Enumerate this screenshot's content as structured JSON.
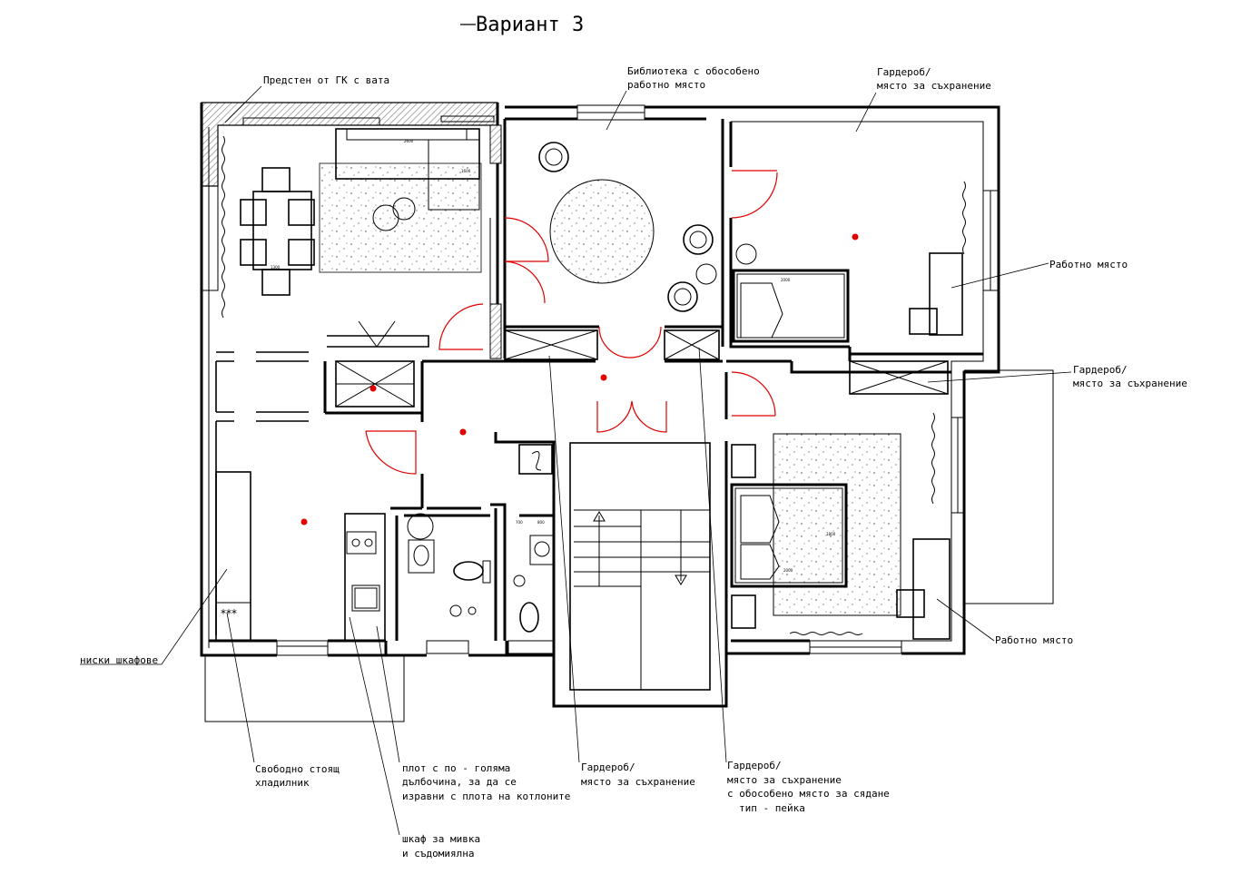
{
  "title": "Вариант 3",
  "labels": {
    "predsten": "Предстен от ГК с вата",
    "biblioteka_1": "Библиотека с обособено",
    "biblioteka_2": "работно място",
    "garderob_top_1": "Гардероб/",
    "garderob_top_2": "място за съхранение",
    "rabotno_1": "Работно място",
    "garderob_right_1": "Гардероб/",
    "garderob_right_2": "място за съхранение",
    "rabotno_2": "Работно място",
    "niski": "ниски шкафове",
    "hladilnik_1": "Свободно стоящ",
    "hladilnik_2": "хладилник",
    "plot_1": "плот с по - голяма",
    "plot_2": "дълбочина, за да се",
    "plot_3": "изравни с плота на котлоните",
    "shkaf_1": "шкаф за мивка",
    "shkaf_2": "и съдомиялна",
    "garderob_mid_1": "Гардероб/",
    "garderob_mid_2": "място за съхранение",
    "garderob_bench_1": "Гардероб/",
    "garderob_bench_2": "място за съхранение",
    "garderob_bench_3": "с обособено място за сядане",
    "garderob_bench_4": "тип - пейка"
  },
  "dimensions": {
    "sofa_width": "2600",
    "sofa_depth": "1600",
    "table_width": "1300",
    "bed_top_width": "2000",
    "bed_main_width": "2000",
    "bed_main_length": "1800",
    "shower_width": "700",
    "shower_length": "800"
  },
  "colors": {
    "walls": "#000000",
    "doors": "#e00000",
    "lights": "#e00000",
    "hatch": "#bbbbbb"
  }
}
